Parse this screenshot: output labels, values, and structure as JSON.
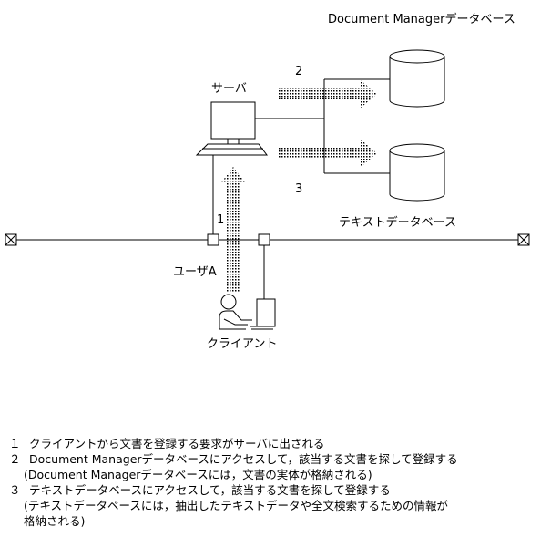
{
  "diagram": {
    "db_top_title": "Document Managerデータベース",
    "db_bottom_title": "テキストデータベース",
    "server_label": "サーバ",
    "client_label": "クライアント",
    "user_label": "ユーザA",
    "step1": "1",
    "step2": "2",
    "step3": "3"
  },
  "legend": [
    {
      "num": "１",
      "text": "クライアントから文書を登録する要求がサーバに出される"
    },
    {
      "num": "２",
      "text": "Document Managerデータベースにアクセスして，該当する文書を探して登録する"
    },
    {
      "num": "",
      "text": "(Document Managerデータベースには，文書の実体が格納される)"
    },
    {
      "num": "３",
      "text": "テキストデータベースにアクセスして，該当する文書を探して登録する"
    },
    {
      "num": "",
      "text": "(テキストデータベースには，抽出したテキストデータや全文検索するための情報が"
    },
    {
      "num": "",
      "text": " 格納される)"
    }
  ]
}
